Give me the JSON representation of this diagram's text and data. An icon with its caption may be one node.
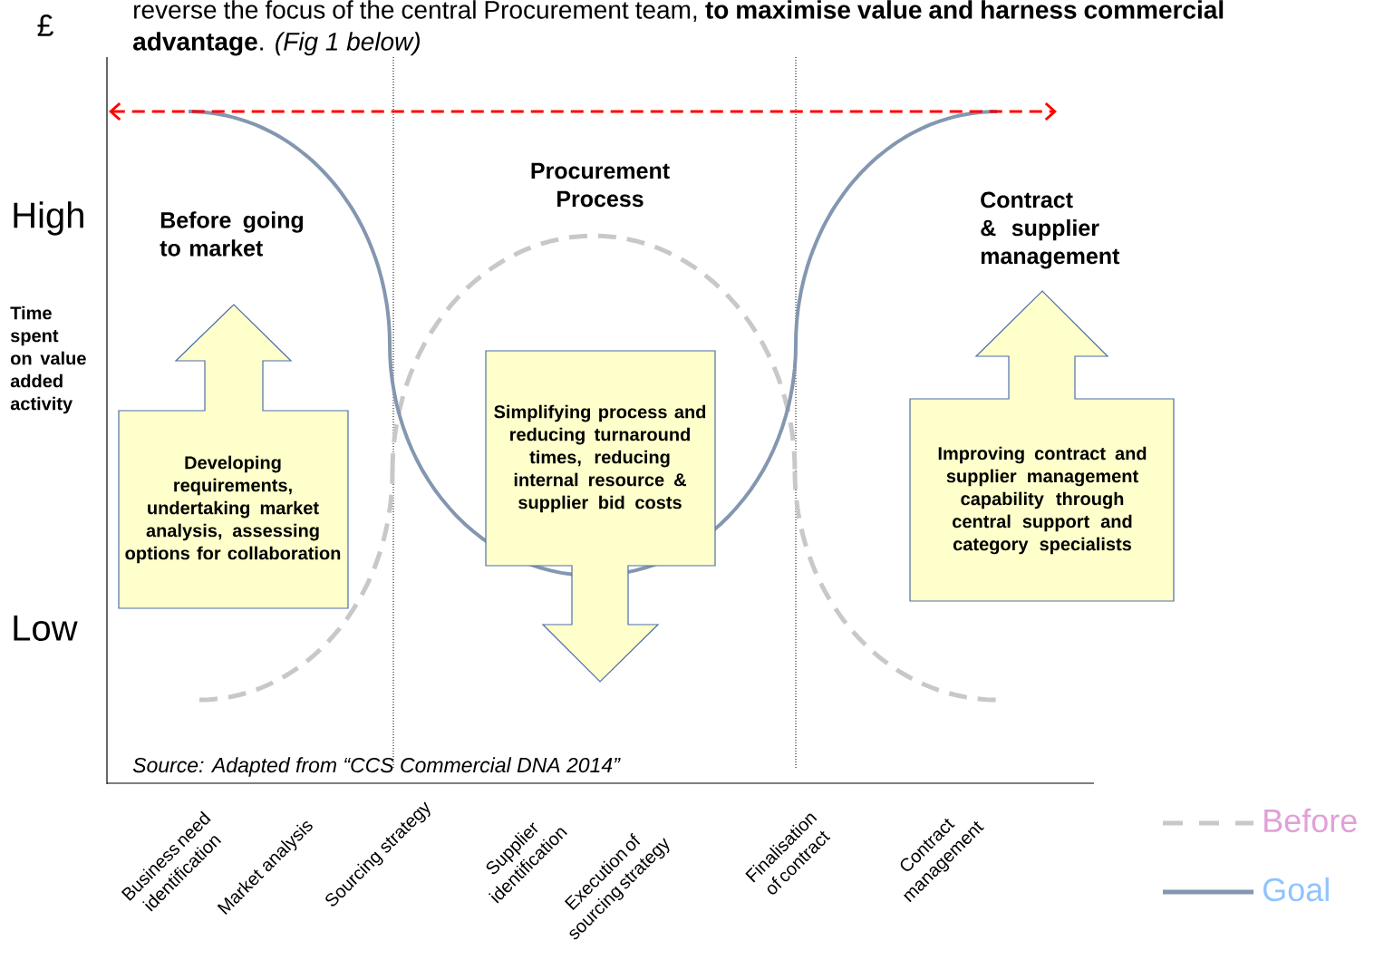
{
  "diagram": {
    "nodes": [
      {
        "text": [
          "Developing requirements, undertaking market analysis, assessing options for collaboration"
        ]
      },
      {
        "text": [
          "Simplifying process and reducing turnaround times, reducing internal resource & supplier bid costs"
        ]
      },
      {
        "text": [
          "Improving contract and supplier management capability through central support and category specialists"
        ]
      }
    ],
    "labels": [
      "reverse the focus of the central Procurement team, **to maximise value and harness commercial advantage**. *(Fig 1 below)*",
      "£",
      "Procurement Process",
      "Before going to market",
      "Contract & supplier management",
      "High",
      "Time spent on value added activity",
      "Low",
      "Source: Adapted from “CCS Commercial DNA 2014”",
      "Business need identification",
      "Market analysis",
      "Sourcing strategy",
      "Supplier identification",
      "Execution of sourcing strategy",
      "Finalisation of contract",
      "Contract management"
    ],
    "legend": [
      {
        "text": "Before"
      },
      {
        "text": "Goal"
      }
    ]
  }
}
